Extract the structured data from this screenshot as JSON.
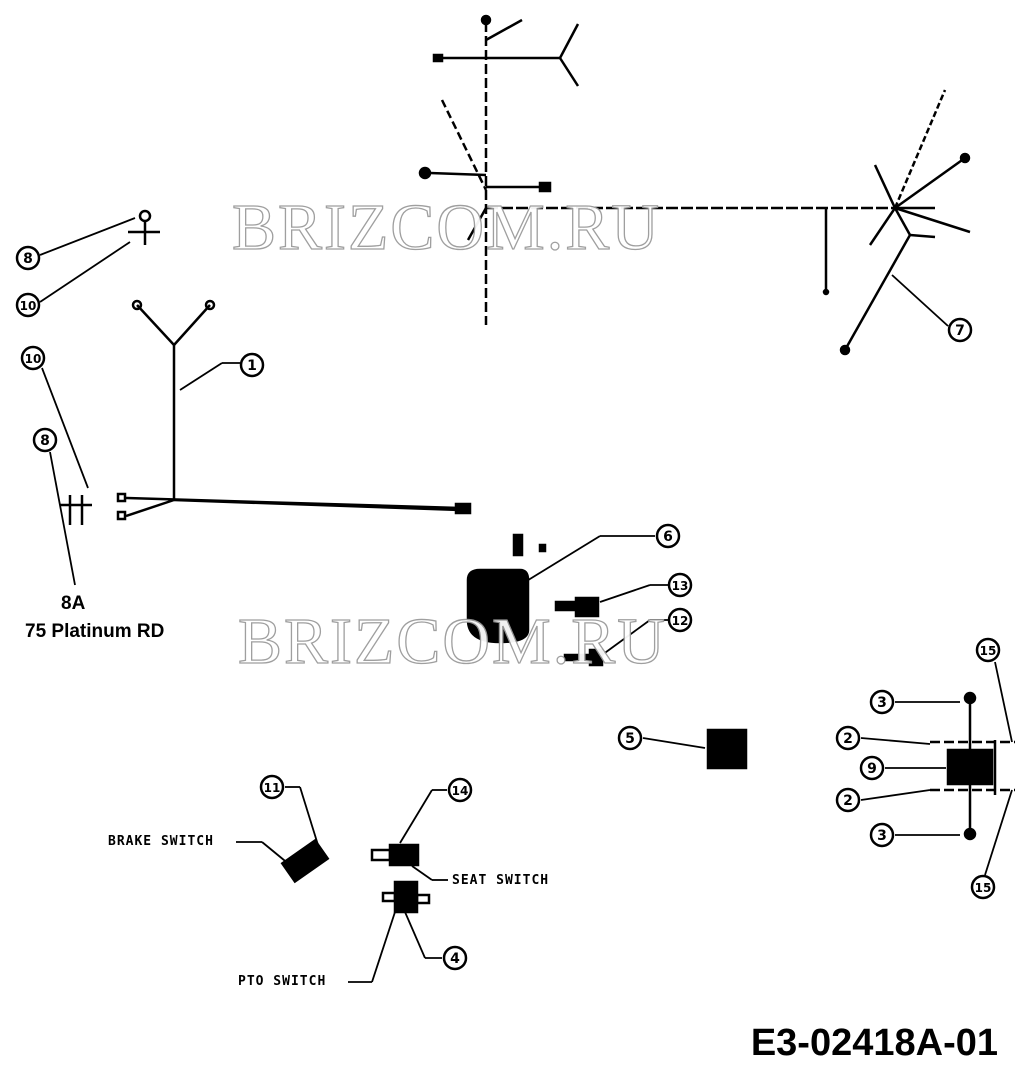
{
  "callouts": [
    "8",
    "10",
    "10",
    "8",
    "1",
    "7",
    "6",
    "13",
    "12",
    "5",
    "3",
    "2",
    "9",
    "2",
    "3",
    "15",
    "15",
    "11",
    "14",
    "4"
  ],
  "labels": {
    "brake_switch": "BRAKE SWITCH",
    "seat_switch": "SEAT SWITCH",
    "pto_switch": "PTO SWITCH",
    "part_8a": "8A",
    "part_8a_desc": "75 Platinum RD"
  },
  "drawing_code": "E3-02418A-01",
  "watermark": "BRIZCOM.RU"
}
